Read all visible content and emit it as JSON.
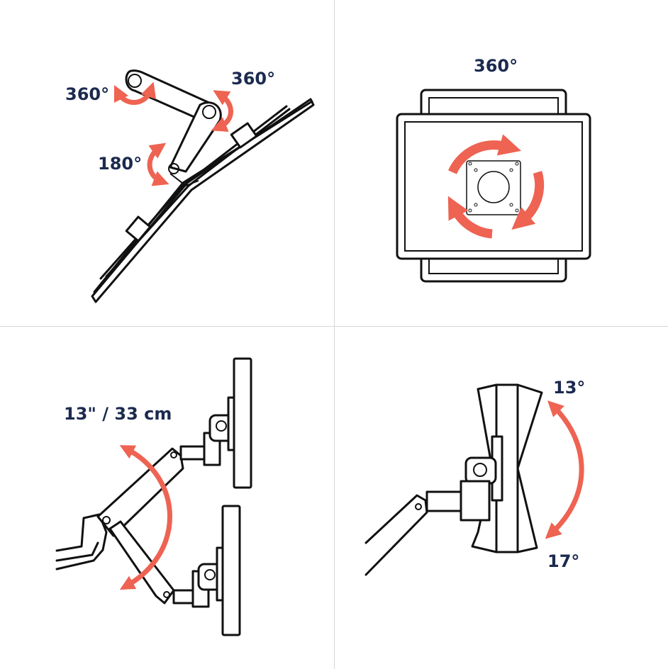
{
  "figure": {
    "title": "Monitor arm range of motion",
    "accent_color": "#ee6352",
    "text_color": "#1c2a4f",
    "line_color": "#111111",
    "divider_color": "#d6d6d6"
  },
  "panels": [
    {
      "id": "swivel",
      "description": "Top view of arm joints swivel",
      "labels": {
        "left_joint": "360°",
        "right_joint": "360°",
        "lower_joint": "180°"
      }
    },
    {
      "id": "rotation",
      "description": "Monitor rotation (portrait/landscape)",
      "labels": {
        "rotation": "360°"
      }
    },
    {
      "id": "height",
      "description": "Height adjustment range",
      "labels": {
        "range": "13\" / 33 cm"
      }
    },
    {
      "id": "tilt",
      "description": "Monitor tilt range",
      "labels": {
        "tilt_up": "13°",
        "tilt_down": "17°"
      }
    }
  ]
}
